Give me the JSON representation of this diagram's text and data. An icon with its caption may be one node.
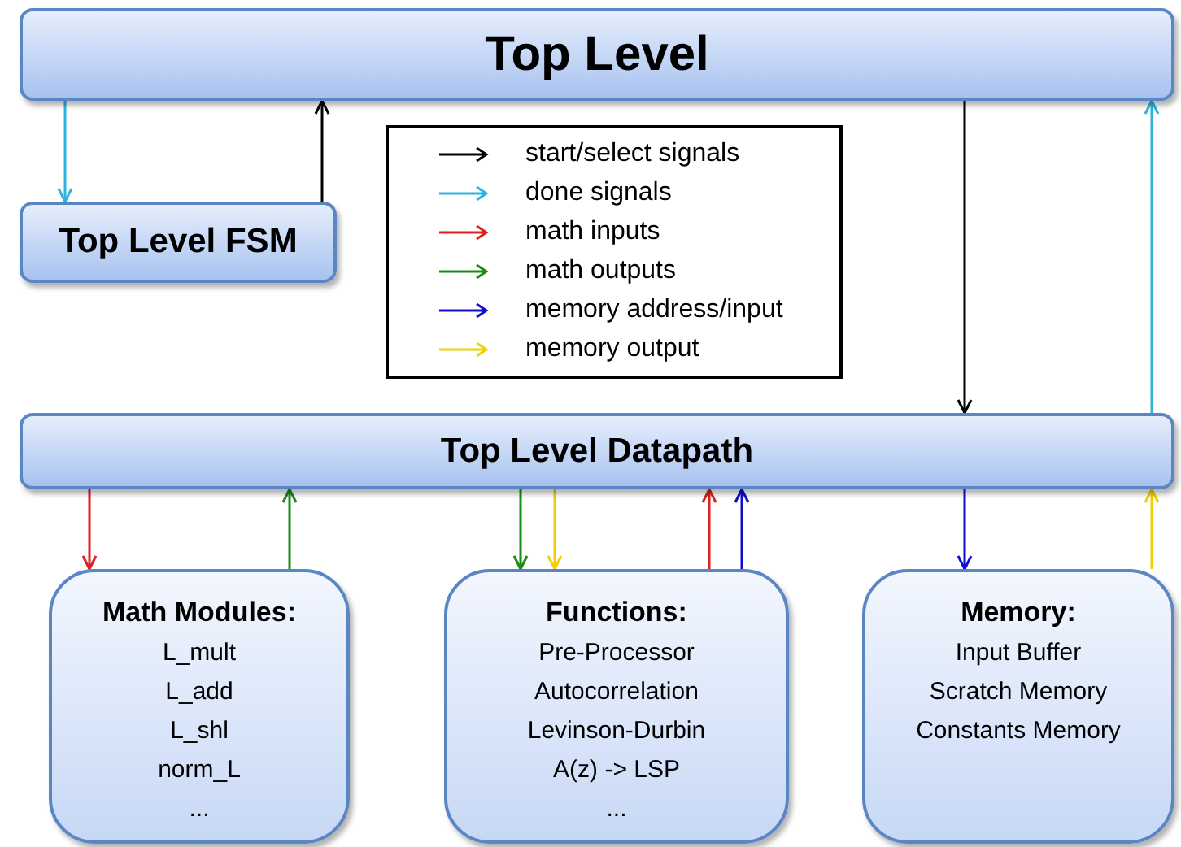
{
  "diagram": {
    "nodes": [
      {
        "text": [
          "Top Level"
        ]
      },
      {
        "text": [
          "Top Level FSM"
        ]
      },
      {
        "text": [
          "Top Level Datapath"
        ]
      },
      {
        "text": [
          "Math Modules:",
          "L_mult",
          "L_add",
          "L_shl",
          "norm_L",
          "..."
        ]
      },
      {
        "text": [
          "Functions:",
          "Pre-Processor",
          "Autocorrelation",
          "Levinson-Durbin",
          "A(z) -> LSP",
          "..."
        ]
      },
      {
        "text": [
          "Memory:",
          "Input Buffer",
          "Scratch Memory",
          "Constants Memory"
        ]
      }
    ],
    "edges": [
      {
        "from": 0,
        "to": 1,
        "arrow": "to",
        "color": "#2eb3e0"
      },
      {
        "from": 1,
        "to": 0,
        "arrow": "to",
        "color": "#000000"
      },
      {
        "from": 0,
        "to": 2,
        "arrow": "to",
        "color": "#000000"
      },
      {
        "from": 2,
        "to": 0,
        "arrow": "to",
        "color": "#2eb3e0"
      },
      {
        "from": 2,
        "to": 3,
        "arrow": "to",
        "color": "#e02020"
      },
      {
        "from": 3,
        "to": 2,
        "arrow": "to",
        "color": "#1a8a1a"
      },
      {
        "from": 2,
        "to": 4,
        "arrow": "to",
        "color": "#1a8a1a"
      },
      {
        "from": 2,
        "to": 4,
        "arrow": "to",
        "color": "#f0d000"
      },
      {
        "from": 4,
        "to": 2,
        "arrow": "to",
        "color": "#e02020"
      },
      {
        "from": 4,
        "to": 2,
        "arrow": "to",
        "color": "#1010c8"
      },
      {
        "from": 2,
        "to": 5,
        "arrow": "to",
        "color": "#1010c8"
      },
      {
        "from": 5,
        "to": 2,
        "arrow": "to",
        "color": "#f0d000"
      }
    ],
    "legend": [
      {
        "text": "start/select signals",
        "color": "#000000"
      },
      {
        "text": "done signals",
        "color": "#2eb3e0"
      },
      {
        "text": "math inputs",
        "color": "#e02020"
      },
      {
        "text": "math outputs",
        "color": "#1a8a1a"
      },
      {
        "text": "memory address/input",
        "color": "#1010c8"
      },
      {
        "text": "memory output",
        "color": "#f0d000"
      }
    ]
  }
}
